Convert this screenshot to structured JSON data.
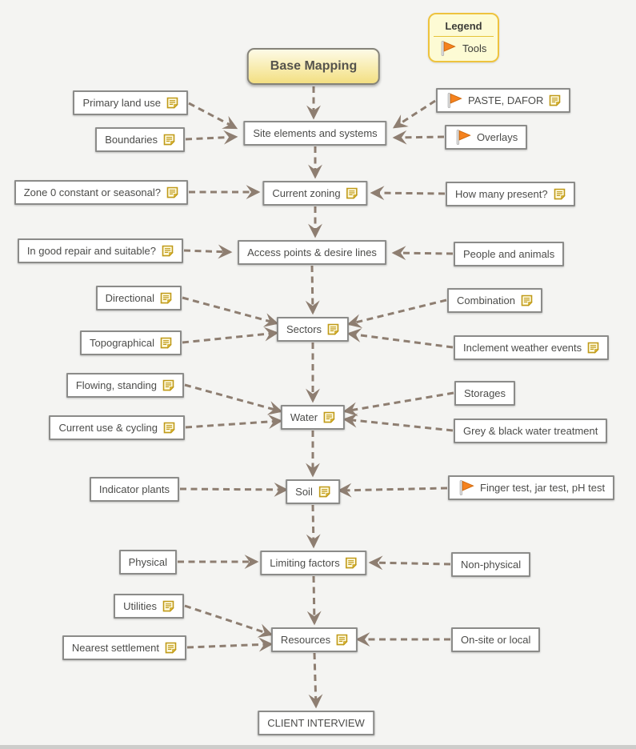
{
  "app": {
    "background_color": "#f4f4f2",
    "arrow_color": "#8e7e71",
    "node_border_color": "#8b8b89",
    "root_fill": [
      "#fdfae6",
      "#f3df82"
    ],
    "legend_bg": "#fdfbd4",
    "legend_border": "#eec33e",
    "note_icon_color": "#c09a18",
    "flag_icon_color": "#f5821e"
  },
  "legend": {
    "title": "Legend",
    "items": [
      {
        "icon": "flag-icon",
        "label": "Tools"
      }
    ]
  },
  "nodes": {
    "base_mapping": {
      "label": "Base Mapping"
    },
    "site_elements": {
      "label": "Site elements and systems"
    },
    "current_zoning": {
      "label": "Current zoning",
      "note": true
    },
    "access_points": {
      "label": "Access points & desire lines"
    },
    "sectors": {
      "label": "Sectors",
      "note": true
    },
    "water": {
      "label": "Water",
      "note": true
    },
    "soil": {
      "label": "Soil",
      "note": true
    },
    "limiting_factors": {
      "label": "Limiting factors",
      "note": true
    },
    "resources": {
      "label": "Resources",
      "note": true
    },
    "client_interview": {
      "label": "CLIENT INTERVIEW"
    },
    "primary_land_use": {
      "label": "Primary land use",
      "note": true
    },
    "boundaries": {
      "label": "Boundaries",
      "note": true
    },
    "zone0_constant": {
      "label": "Zone 0 constant or seasonal?",
      "note": true
    },
    "good_repair": {
      "label": "In good repair and suitable?",
      "note": true
    },
    "directional": {
      "label": "Directional",
      "note": true
    },
    "topographical": {
      "label": "Topographical",
      "note": true
    },
    "flowing_standing": {
      "label": "Flowing, standing",
      "note": true
    },
    "current_use_cycling": {
      "label": "Current use & cycling",
      "note": true
    },
    "indicator_plants": {
      "label": "Indicator plants"
    },
    "physical": {
      "label": "Physical"
    },
    "utilities": {
      "label": "Utilities",
      "note": true
    },
    "nearest_settlement": {
      "label": "Nearest settlement",
      "note": true
    },
    "paste_dafor": {
      "label": "PASTE, DAFOR",
      "note": true,
      "flag": true
    },
    "overlays": {
      "label": "Overlays",
      "flag": true
    },
    "how_many_present": {
      "label": "How many present?",
      "note": true
    },
    "people_and_animals": {
      "label": "People and animals"
    },
    "combination": {
      "label": "Combination",
      "note": true
    },
    "inclement_weather": {
      "label": "Inclement weather events",
      "note": true
    },
    "storages": {
      "label": "Storages"
    },
    "grey_black_water": {
      "label": "Grey & black water treatment"
    },
    "finger_test": {
      "label": "Finger test, jar test, pH test",
      "flag": true
    },
    "non_physical": {
      "label": "Non-physical"
    },
    "onsite_or_local": {
      "label": "On-site or local"
    }
  },
  "edges": [
    {
      "from": "base_mapping",
      "to": "site_elements"
    },
    {
      "from": "site_elements",
      "to": "current_zoning"
    },
    {
      "from": "current_zoning",
      "to": "access_points"
    },
    {
      "from": "access_points",
      "to": "sectors"
    },
    {
      "from": "sectors",
      "to": "water"
    },
    {
      "from": "water",
      "to": "soil"
    },
    {
      "from": "soil",
      "to": "limiting_factors"
    },
    {
      "from": "limiting_factors",
      "to": "resources"
    },
    {
      "from": "resources",
      "to": "client_interview"
    },
    {
      "from": "primary_land_use",
      "to": "site_elements"
    },
    {
      "from": "boundaries",
      "to": "site_elements"
    },
    {
      "from": "paste_dafor",
      "to": "site_elements"
    },
    {
      "from": "overlays",
      "to": "site_elements"
    },
    {
      "from": "zone0_constant",
      "to": "current_zoning"
    },
    {
      "from": "how_many_present",
      "to": "current_zoning"
    },
    {
      "from": "good_repair",
      "to": "access_points"
    },
    {
      "from": "people_and_animals",
      "to": "access_points"
    },
    {
      "from": "directional",
      "to": "sectors"
    },
    {
      "from": "topographical",
      "to": "sectors"
    },
    {
      "from": "combination",
      "to": "sectors"
    },
    {
      "from": "inclement_weather",
      "to": "sectors"
    },
    {
      "from": "flowing_standing",
      "to": "water"
    },
    {
      "from": "current_use_cycling",
      "to": "water"
    },
    {
      "from": "storages",
      "to": "water"
    },
    {
      "from": "grey_black_water",
      "to": "water"
    },
    {
      "from": "indicator_plants",
      "to": "soil"
    },
    {
      "from": "finger_test",
      "to": "soil"
    },
    {
      "from": "physical",
      "to": "limiting_factors"
    },
    {
      "from": "non_physical",
      "to": "limiting_factors"
    },
    {
      "from": "utilities",
      "to": "resources"
    },
    {
      "from": "nearest_settlement",
      "to": "resources"
    },
    {
      "from": "onsite_or_local",
      "to": "resources"
    }
  ]
}
